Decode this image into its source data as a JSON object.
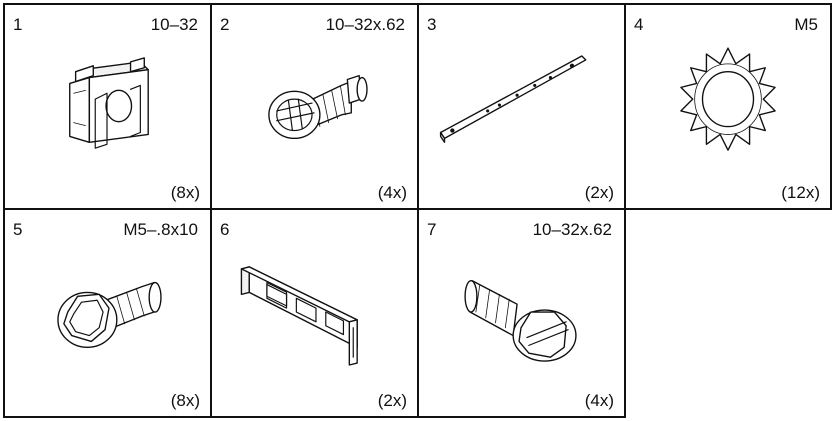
{
  "parts": [
    {
      "number": "1",
      "size": "10–32",
      "quantity": "(8x)",
      "icon": "cage-nut-icon"
    },
    {
      "number": "2",
      "size": "10–32x.62",
      "quantity": "(4x)",
      "icon": "pan-head-screw-icon"
    },
    {
      "number": "3",
      "size": "",
      "quantity": "(2x)",
      "icon": "flat-bar-icon"
    },
    {
      "number": "4",
      "size": "M5",
      "quantity": "(12x)",
      "icon": "star-lock-washer-icon"
    },
    {
      "number": "5",
      "size": "M5–.8x10",
      "quantity": "(8x)",
      "icon": "hex-head-screw-icon"
    },
    {
      "number": "6",
      "size": "",
      "quantity": "(2x)",
      "icon": "bracket-icon"
    },
    {
      "number": "7",
      "size": "10–32x.62",
      "quantity": "(4x)",
      "icon": "slotted-hex-screw-icon"
    }
  ]
}
